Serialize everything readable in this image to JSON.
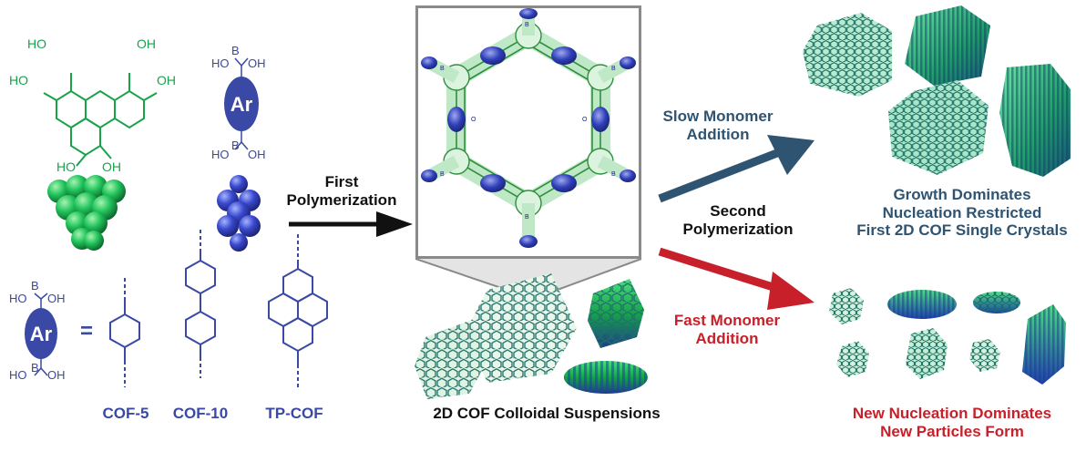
{
  "monomers": {
    "hhtp_groups": [
      "HO",
      "OH",
      "HO",
      "OH",
      "HO",
      "OH"
    ],
    "diboronic": {
      "top": [
        "HO",
        "B",
        "OH"
      ],
      "core": "Ar",
      "bottom": [
        "HO",
        "B",
        "OH"
      ]
    },
    "legend": {
      "top": [
        "HO",
        "B",
        "OH"
      ],
      "core": "Ar",
      "equals": "=",
      "bottom": [
        "HO",
        "B",
        "OH"
      ]
    }
  },
  "cof_labels": [
    "COF-5",
    "COF-10",
    "TP-COF"
  ],
  "first_polymerization": [
    "First",
    "Polymerization"
  ],
  "colloidal_label": "2D COF Colloidal Suspensions",
  "slow_addition": [
    "Slow Monomer",
    "Addition"
  ],
  "second_polymerization": [
    "Second",
    "Polymerization"
  ],
  "fast_addition": [
    "Fast Monomer",
    "Addition"
  ],
  "growth_result": [
    "Growth Dominates",
    "Nucleation Restricted",
    "First 2D COF Single Crystals"
  ],
  "nucleation_result": [
    "New Nucleation Dominates",
    "New Particles Form"
  ],
  "pore_atoms": {
    "boron": "B",
    "oxygen": "O"
  },
  "colors": {
    "green": "#16a34a",
    "blue": "#3a49a6",
    "slate_blue": "#2f5472",
    "red": "#c8202a",
    "black": "#111111"
  }
}
